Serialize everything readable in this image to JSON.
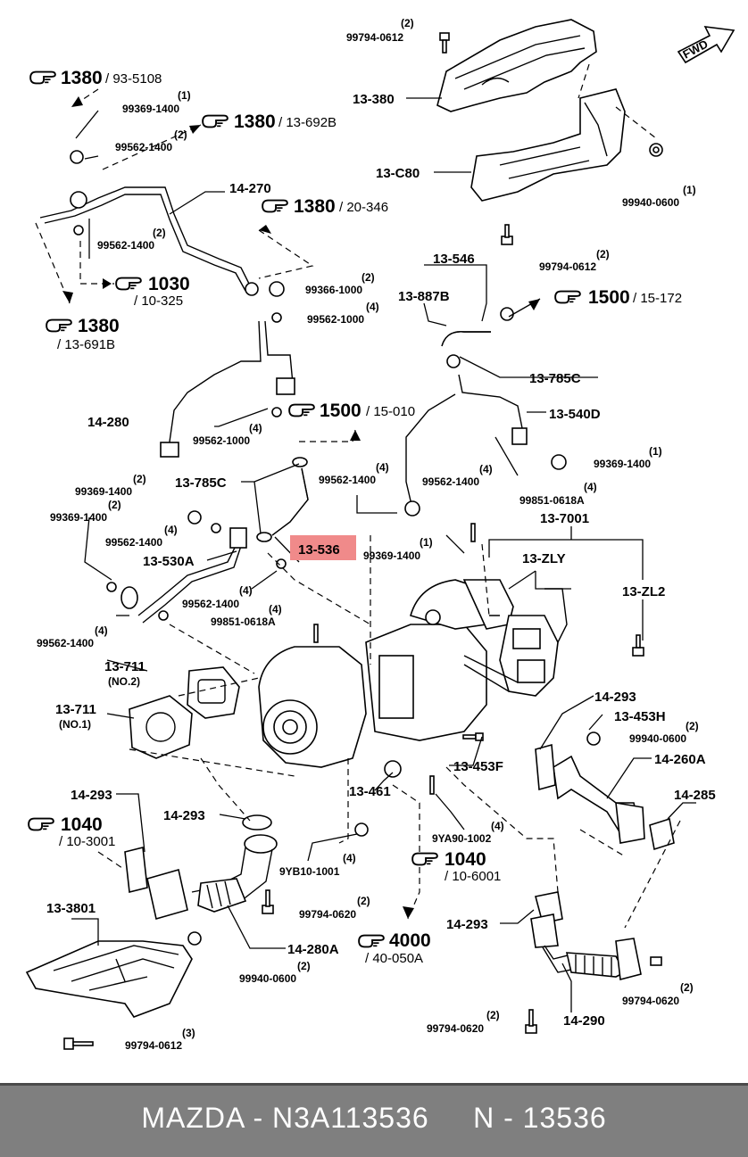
{
  "labels": {
    "p1": "13-380",
    "p2": "13-C80",
    "p3": "14-270",
    "p4": "13-546",
    "p5": "13-887B",
    "p6": "13-785C",
    "p7": "14-280",
    "p8": "13-540D",
    "p9": "13-785C",
    "p10": "13-536",
    "p11": "13-530A",
    "p12": "13-7001",
    "p13": "13-ZLY",
    "p14": "13-ZL2",
    "p15": "13-711",
    "p16": "13-711",
    "p17": "13-453H",
    "p18": "13-453F",
    "p19": "14-293",
    "p20": "14-260A",
    "p21": "13-461",
    "p22": "14-293",
    "p23": "14-293",
    "p24": "14-285",
    "p25": "13-3801",
    "p26": "14-280A",
    "p27": "14-293",
    "p28": "14-290",
    "n1": "99794-0612",
    "n2": "99369-1400",
    "n3": "99562-1400",
    "n4": "99562-1400",
    "n5": "99940-0600",
    "n6": "99794-0612",
    "n7": "99366-1000",
    "n8": "99562-1000",
    "n9": "99562-1000",
    "n10": "99562-1400",
    "n11": "99562-1400",
    "n12": "99369-1400",
    "n13": "99369-1400",
    "n14": "99369-1400",
    "n15": "99562-1400",
    "n16": "99851-0618A",
    "n17": "99369-1400",
    "n18": "99562-1400",
    "n19": "99562-1400",
    "n20": "99851-0618A",
    "n21": "99940-0600",
    "n22": "9YA90-1002",
    "n23": "9YB10-1001",
    "n24": "99794-0620",
    "n25": "99940-0600",
    "n26": "99794-0612",
    "n27": "99794-0620",
    "n28": "99794-0620",
    "q1": "(2)",
    "q2": "(1)",
    "q3": "(2)",
    "q4": "(2)",
    "q5": "(1)",
    "q6": "(2)",
    "q7": "(2)",
    "q8": "(4)",
    "q9": "(4)",
    "q10": "(4)",
    "q11": "(4)",
    "q12": "(1)",
    "q13": "(2)",
    "q14": "(2)",
    "q15": "(4)",
    "q16": "(4)",
    "q17": "(1)",
    "q18": "(4)",
    "q19": "(4)",
    "q20": "(4)",
    "q21": "(2)",
    "q22": "(4)",
    "q23": "(4)",
    "q24": "(2)",
    "q25": "(2)",
    "q26": "(3)",
    "q27": "(2)",
    "q28": "(2)",
    "r1": "1380",
    "r1s": "/ 93-5108",
    "r2": "1380",
    "r2s": "/ 13-692B",
    "r3": "1380",
    "r3s": "/ 20-346",
    "r4": "1030",
    "r4s": "/ 10-325",
    "r5": "1380",
    "r5s": "/ 13-691B",
    "r6": "1500",
    "r6s": "/ 15-172",
    "r7": "1500",
    "r7s": "/ 15-010",
    "r8": "1040",
    "r8s": "/ 10-3001",
    "r9": "1040",
    "r9s": "/ 10-6001",
    "r10": "4000",
    "r10s": "/ 40-050A",
    "fwd": "FWD"
  },
  "highlight_color": "#f08a8a",
  "footer_color": "#7f7f7f",
  "footer": "MAZDA - N3A113536     N - 13536",
  "pointer_icon": "hand-pointer-icon"
}
